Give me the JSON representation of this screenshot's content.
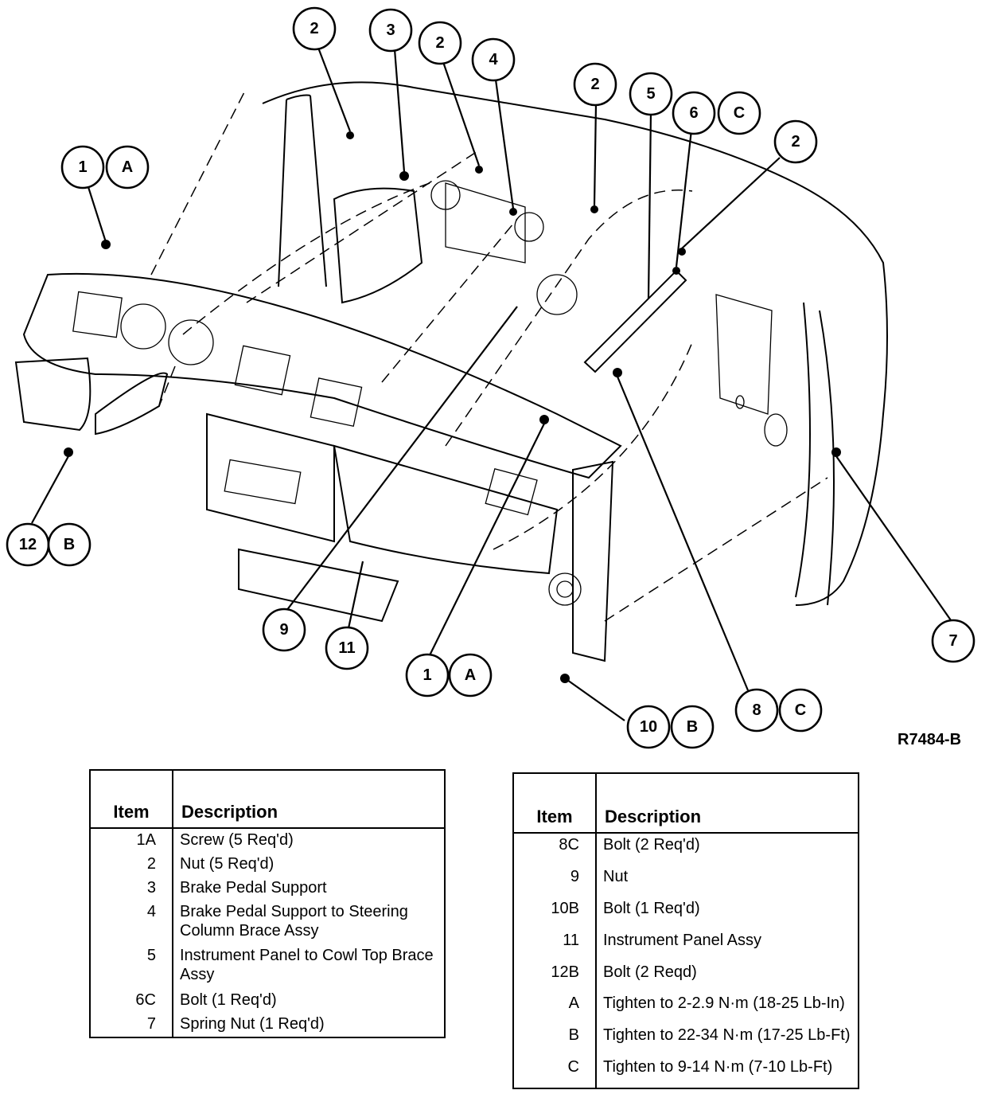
{
  "reference": "R7484-B",
  "callouts": [
    {
      "num": "1",
      "letter": "A"
    },
    {
      "num": "2"
    },
    {
      "num": "3"
    },
    {
      "num": "2"
    },
    {
      "num": "4"
    },
    {
      "num": "2"
    },
    {
      "num": "5"
    },
    {
      "num": "6",
      "letter": "C"
    },
    {
      "num": "2"
    },
    {
      "num": "12",
      "letter": "B"
    },
    {
      "num": "9"
    },
    {
      "num": "11"
    },
    {
      "num": "1",
      "letter": "A"
    },
    {
      "num": "10",
      "letter": "B"
    },
    {
      "num": "8",
      "letter": "C"
    },
    {
      "num": "7"
    }
  ],
  "legend_left": {
    "header_item": "Item",
    "header_desc": "Description",
    "rows": [
      {
        "item": "1A",
        "desc": "Screw (5 Req'd)"
      },
      {
        "item": "2",
        "desc": "Nut (5 Req'd)"
      },
      {
        "item": "3",
        "desc": "Brake Pedal Support"
      },
      {
        "item": "4",
        "desc": "Brake Pedal Support to Steering Column Brace Assy"
      },
      {
        "item": "5",
        "desc": "Instrument Panel to Cowl Top Brace Assy"
      },
      {
        "item": "6C",
        "desc": "Bolt (1 Req'd)"
      },
      {
        "item": "7",
        "desc": "Spring Nut (1 Req'd)"
      }
    ]
  },
  "legend_right": {
    "header_item": "Item",
    "header_desc": "Description",
    "rows": [
      {
        "item": "8C",
        "desc": "Bolt (2 Req'd)"
      },
      {
        "item": "9",
        "desc": "Nut"
      },
      {
        "item": "10B",
        "desc": "Bolt (1 Req'd)"
      },
      {
        "item": "11",
        "desc": "Instrument Panel Assy"
      },
      {
        "item": "12B",
        "desc": "Bolt (2 Reqd)"
      },
      {
        "item": "A",
        "desc": "Tighten to 2-2.9 N·m (18-25 Lb-In)"
      },
      {
        "item": "B",
        "desc": "Tighten to 22-34 N·m (17-25 Lb-Ft)"
      },
      {
        "item": "C",
        "desc": "Tighten to 9-14 N·m (7-10 Lb-Ft)"
      }
    ]
  }
}
